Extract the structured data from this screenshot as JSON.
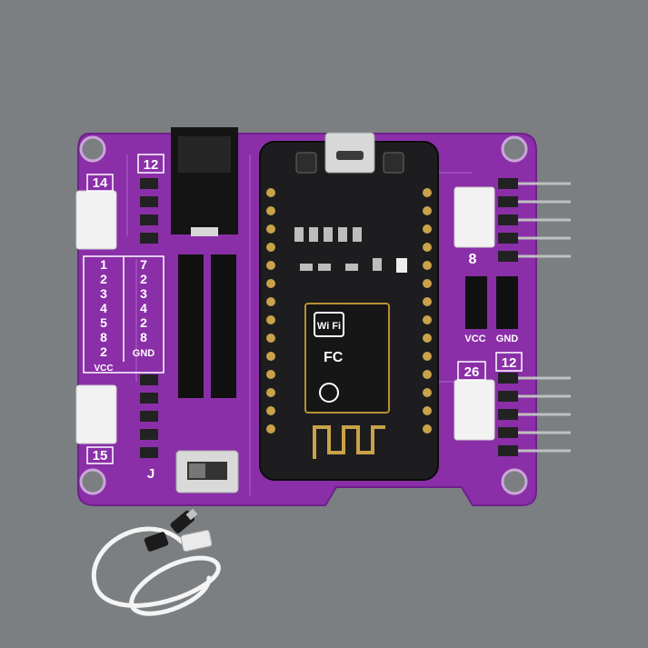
{
  "colors": {
    "background": "#7b7f82",
    "pcb": "#8a2fa8",
    "pcb_edge": "#6f1f8c",
    "silkscreen": "#ffffff",
    "module": "#1d1d1f",
    "header": "#111111",
    "connector": "#f2f2f2",
    "gold": "#c9a24a",
    "cable": "#f4f4f4"
  },
  "labels": {
    "port_14": "14",
    "port_12_top": "12",
    "port_8": "8",
    "port_26": "26",
    "port_12_right": "12",
    "port_15": "15",
    "vcc_right": "VCC",
    "gnd_right": "GND",
    "vcc_left": "VCC",
    "gnd_left": "GND",
    "j_mark": "J",
    "wifi_logo": "Wi Fi"
  },
  "pin_table": {
    "left": [
      "1",
      "2",
      "3",
      "4",
      "5",
      "8",
      "2"
    ],
    "right": [
      "7",
      "2",
      "3",
      "4",
      "2",
      "8",
      "GND"
    ]
  },
  "icons": {
    "wifi": "wifi-logo-icon",
    "fcc": "fcc-mark-icon",
    "ce": "ce-mark-icon",
    "usb": "micro-usb-port-icon"
  }
}
